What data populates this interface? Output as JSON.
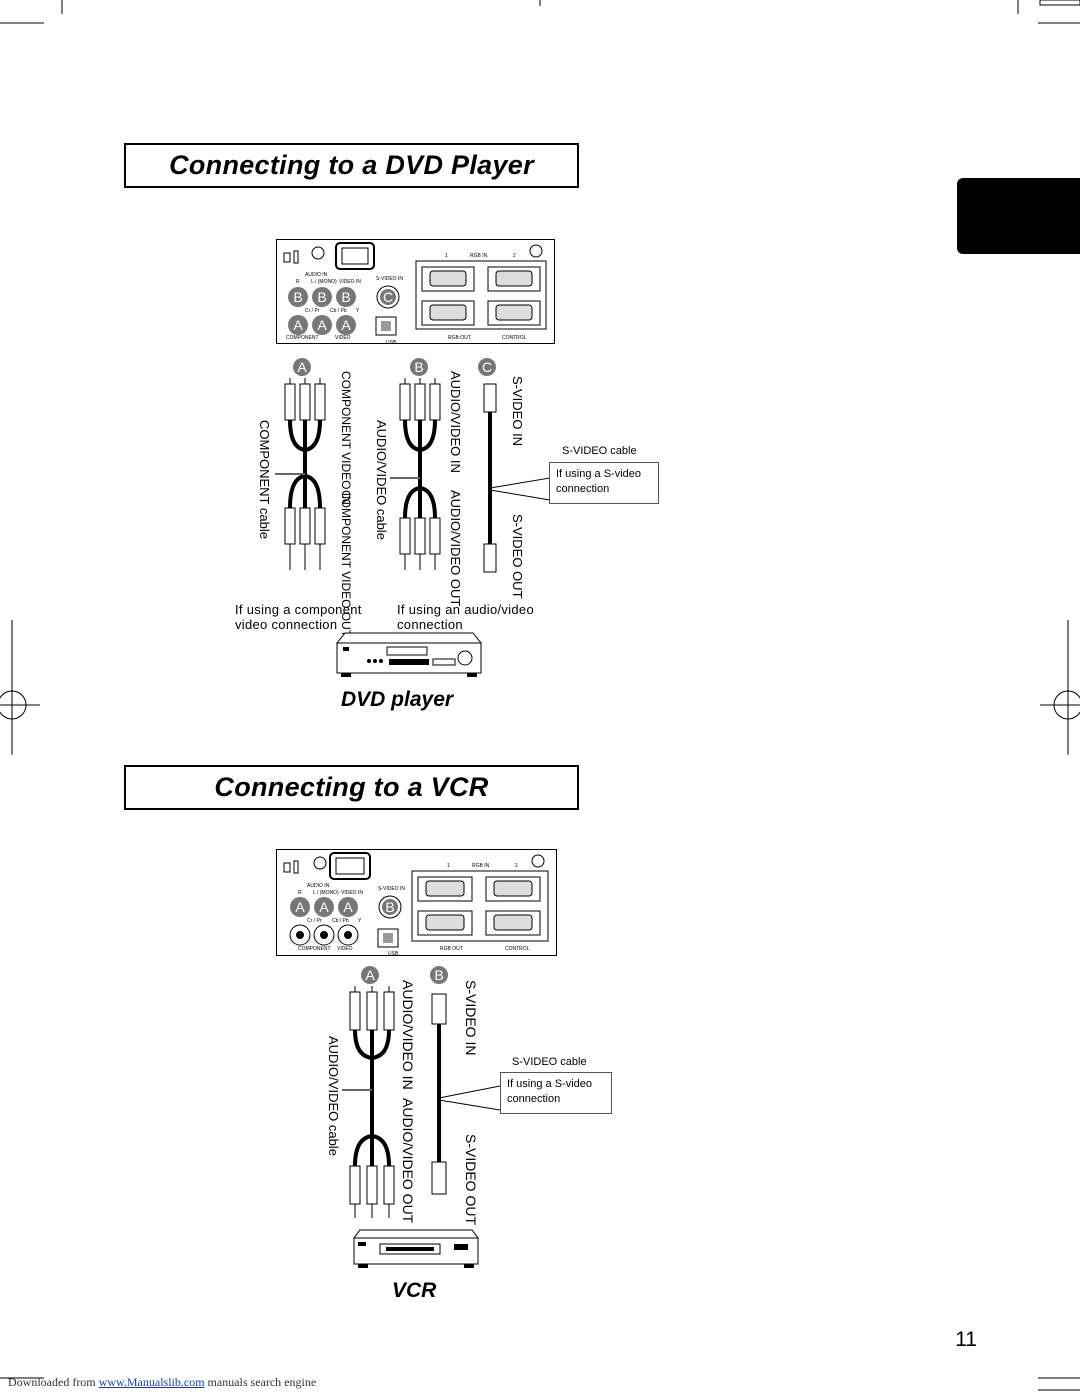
{
  "sections": {
    "dvd": {
      "title": "Connecting to a DVD Player",
      "device_label": "DVD player",
      "panel": {
        "rgb_in": "RGB IN",
        "port1": "1",
        "port2": "2",
        "audio_in": "AUDIO IN",
        "r": "R",
        "l_mono": "L / (MONO)",
        "video_in": "VIDEO IN",
        "s_video_in": "S-VIDEO IN",
        "cr": "Cr / Pr",
        "cb": "Cb / Pb",
        "y": "Y",
        "component": "COMPONENT",
        "video": "VIDEO",
        "usb": "USB",
        "rgb_out": "RGB OUT",
        "control": "CONTROL"
      },
      "markers": {
        "a": "A",
        "b": "B",
        "c": "C"
      },
      "cables": {
        "component_in": "COMPONENT VIDEO IN",
        "component_out": "COMPONENT VIDEO OUT",
        "component_cable": "COMPONENT cable",
        "av_in": "AUDIO/VIDEO IN",
        "av_out": "AUDIO/VIDEO OUT",
        "av_cable": "AUDIO/VIDEO cable",
        "svideo_in": "S-VIDEO IN",
        "svideo_out": "S-VIDEO OUT",
        "svideo_cable": "S-VIDEO cable",
        "svideo_callout_1": "If using a S-video",
        "svideo_callout_2": "connection"
      },
      "captions": {
        "component_1": "If using a component",
        "component_2": "video connection",
        "av_1": "If using an audio/video",
        "av_2": "connection"
      }
    },
    "vcr": {
      "title": "Connecting to a VCR",
      "device_label": "VCR",
      "markers": {
        "a": "A",
        "b": "B"
      },
      "cables": {
        "av_in": "AUDIO/VIDEO IN",
        "av_out": "AUDIO/VIDEO OUT",
        "av_cable": "AUDIO/VIDEO cable",
        "svideo_in": "S-VIDEO IN",
        "svideo_out": "S-VIDEO OUT",
        "svideo_cable": "S-VIDEO cable",
        "svideo_callout_1": "If using a S-video",
        "svideo_callout_2": "connection"
      }
    }
  },
  "page_number": "11",
  "footer": {
    "prefix": "Downloaded from ",
    "link": "www.Manualslib.com",
    "suffix": " manuals search engine"
  }
}
